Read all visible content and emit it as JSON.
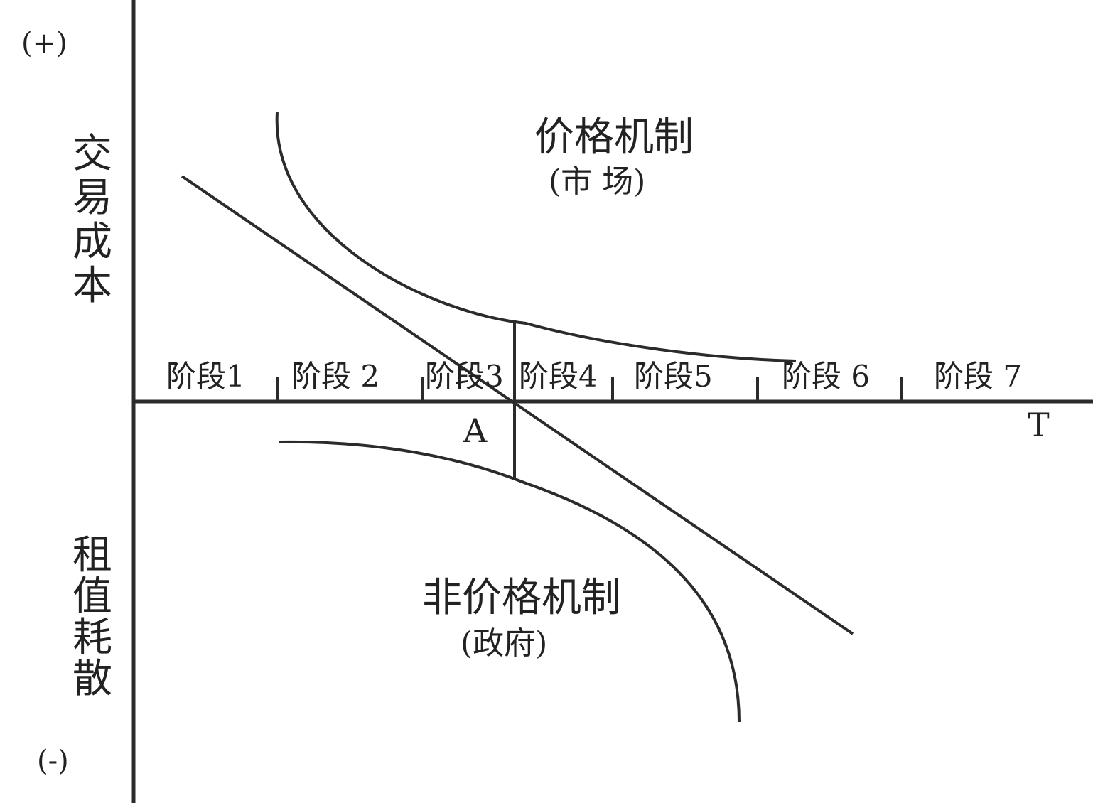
{
  "diagram": {
    "y_axis_top_sign": "(+)",
    "y_axis_bottom_sign": "(-)",
    "y_axis_upper_label": "交易成本",
    "y_axis_lower_label": "租值耗散",
    "x_axis_label": "T",
    "intersection_label": "A",
    "stages": [
      "阶段1",
      "阶段 2",
      "阶段3",
      "阶段4",
      "阶段5",
      "阶段 6",
      "阶段 7"
    ],
    "upper_region": {
      "title": "价格机制",
      "subtitle": "(市 场)"
    },
    "lower_region": {
      "title": "非价格机制",
      "subtitle": "(政府)"
    }
  }
}
